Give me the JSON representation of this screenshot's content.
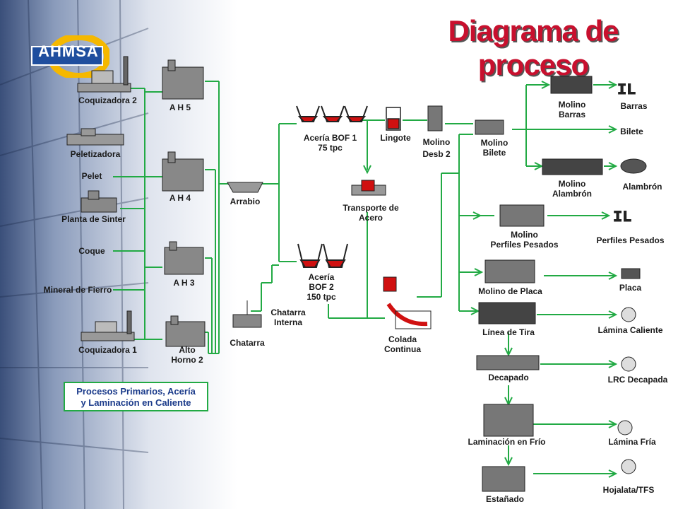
{
  "title": "Diagrama de proceso",
  "logo": "AHMSA",
  "box": {
    "line1": "Procesos Primarios, Acería",
    "line2": "y Laminación en Caliente"
  },
  "labels": {
    "coq2": "Coquizadora 2",
    "pelet_plant": "Peletizadora",
    "pelet": "Pelet",
    "sinter": "Planta  de Sinter",
    "coque": "Coque",
    "mineral": "Mineral de Fierro",
    "coq1": "Coquizadora 1",
    "ah5": "A H 5",
    "ah4": "A H 4",
    "ah3": "A H 3",
    "ah2a": "Alto",
    "ah2b": "Horno 2",
    "arrabio": "Arrabio",
    "chatarra_int1": "Chatarra",
    "chatarra_int2": "Interna",
    "chatarra": "Chatarra",
    "bof1a": "Acería  BOF 1",
    "bof1b": "75 tpc",
    "bof2a": "Acería",
    "bof2b": "BOF 2",
    "bof2c": "150 tpc",
    "lingote": "Lingote",
    "transp1": "Transporte  de",
    "transp2": "Acero",
    "colada1": "Colada",
    "colada2": "Continua",
    "desb1": "Molino",
    "desb2": "Desb 2",
    "bil1": "Molino",
    "bil2": "Bilete",
    "mb1": "Molino",
    "mb2": "Barras",
    "ma1": "Molino",
    "ma2": "Alambrón",
    "mpp1": "Molino",
    "mpp2": "Perfiles Pesados",
    "mplaca": "Molino de Placa",
    "linea": "Línea de Tira",
    "decapado": "Decapado",
    "laminacion": "Laminación en Frío",
    "estanado": "Estañado",
    "p_barras": "Barras",
    "p_bilete": "Bilete",
    "p_alambron": "Alambrón",
    "p_perfiles": "Perfiles Pesados",
    "p_placa": "Placa",
    "p_lamcal": "Lámina Caliente",
    "p_lrc": "LRC Decapada",
    "p_lamfria": "Lámina Fría",
    "p_hojalata": "Hojalata/TFS"
  },
  "colors": {
    "flow": "#22aa44",
    "title": "#c8102e",
    "steel": "#d01010",
    "box_text": "#1a3a8a"
  }
}
